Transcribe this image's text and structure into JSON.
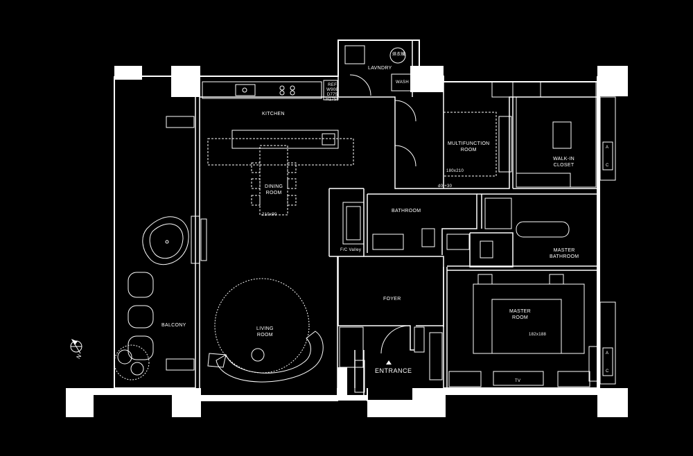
{
  "rooms": {
    "kitchen": "KITCHEN",
    "laundry": "LAVNDRY",
    "laundry_wash": "WASH",
    "laundry_dryer": "烘衣機",
    "ref_note": [
      "REF",
      "W908",
      "D775",
      "H1759"
    ],
    "dining_1": "DINING",
    "dining_2": "ROOM",
    "dining_dim": "210x90",
    "multi_1": "MULTIFUNCTION",
    "multi_2": "ROOM",
    "multi_dim": "180x210",
    "multi_note": "d0 +30",
    "walkin_1": "WALK-IN",
    "walkin_2": "CLOSET",
    "bathroom": "BATHROOM",
    "foyer": "FOYER",
    "living_1": "LIVING",
    "living_2": "ROOM",
    "master_bath_1": "MASTER",
    "master_bath_2": "BATHROOM",
    "master_room_1": "MASTER",
    "master_room_2": "ROOM",
    "master_dim": "182x188",
    "tv": "TV",
    "balcony": "BALCONY",
    "entrance": "ENTRANCE",
    "sign_note": "F/C Valley"
  },
  "compass": {
    "north": "N"
  },
  "ac_units": [
    "A",
    "C"
  ]
}
